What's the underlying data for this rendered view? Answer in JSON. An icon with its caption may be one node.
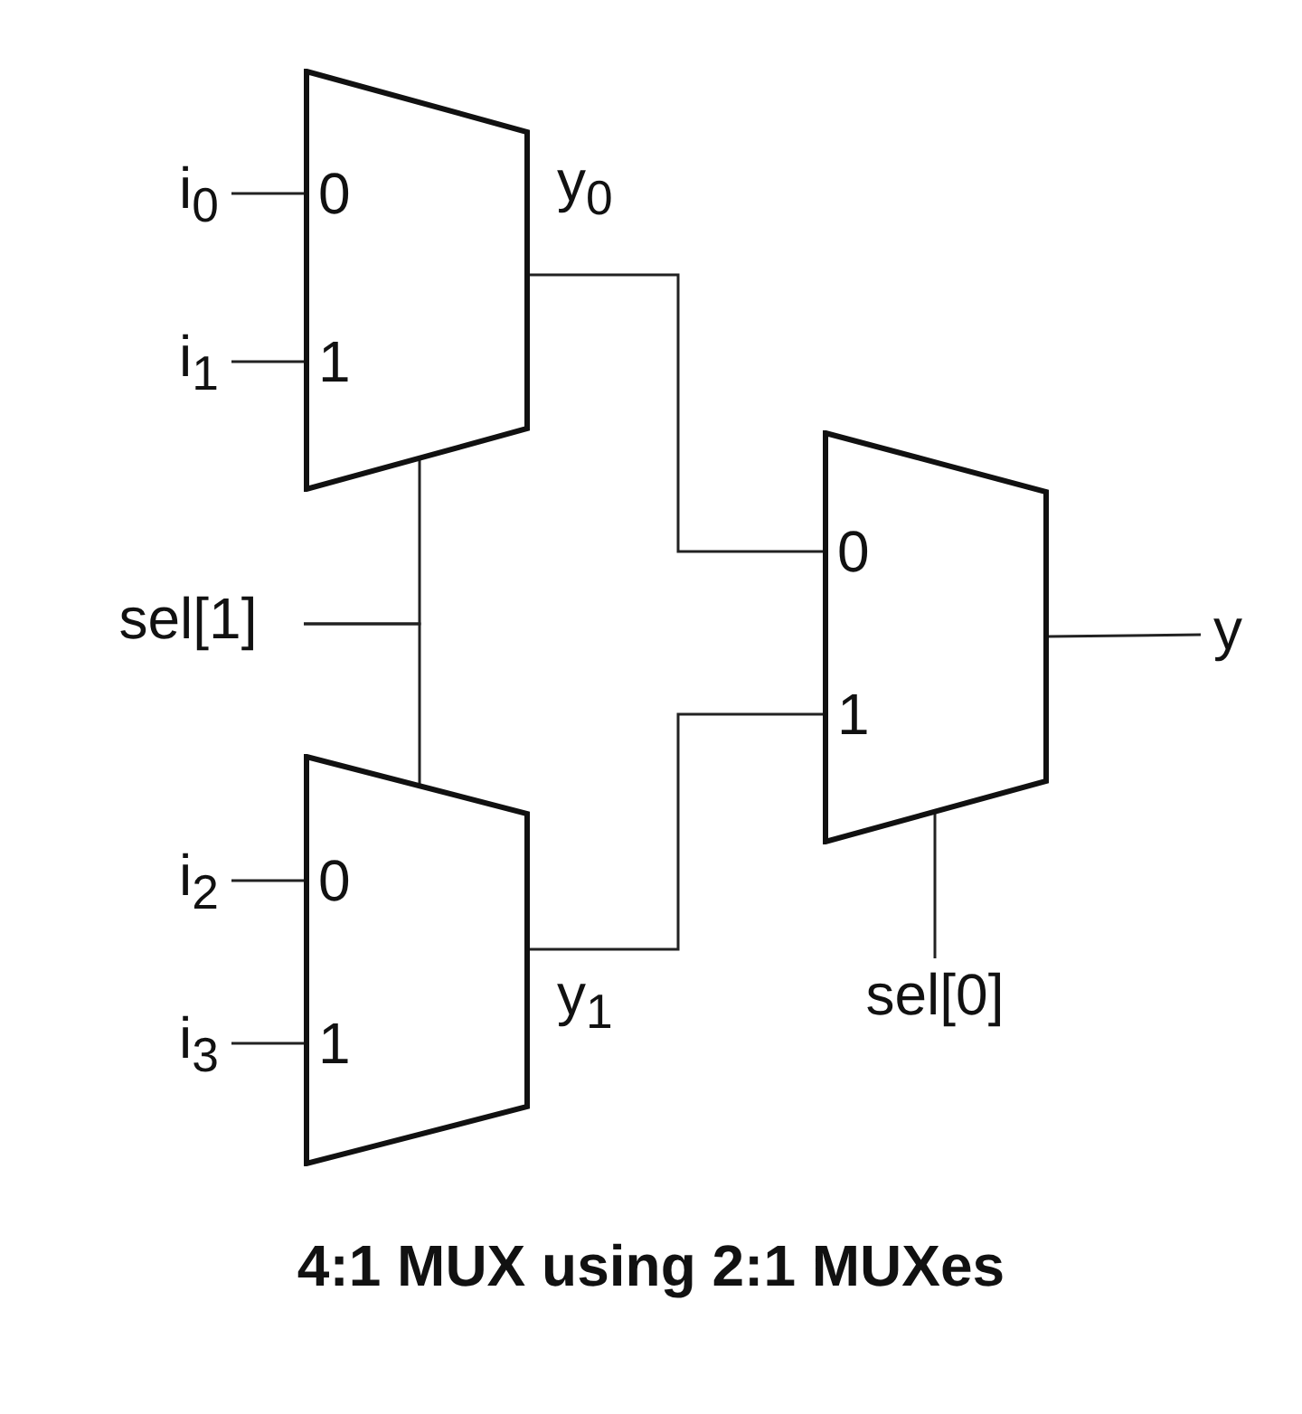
{
  "diagram": {
    "caption": "4:1 MUX using 2:1 MUXes",
    "nodes": [
      {
        "text": [
          "0",
          "1"
        ]
      },
      {
        "text": [
          "0",
          "1"
        ]
      },
      {
        "text": [
          "0",
          "1"
        ]
      },
      {
        "text": [
          "i$_{0}$"
        ]
      },
      {
        "text": [
          "i$_{1}$"
        ]
      },
      {
        "text": [
          "sel[1]"
        ]
      },
      {
        "text": [
          "i$_{2}$"
        ]
      },
      {
        "text": [
          "i$_{3}$"
        ]
      },
      {
        "text": [
          "y"
        ]
      },
      {
        "text": [
          "sel[0]"
        ]
      }
    ],
    "edges": [
      {
        "from": 3,
        "to": 0,
        "arrow": "none"
      },
      {
        "from": 4,
        "to": 0,
        "arrow": "none"
      },
      {
        "from": 0,
        "to": 2,
        "arrow": "none",
        "label": "y$_{0}$"
      },
      {
        "from": 5,
        "to": 0,
        "arrow": "none"
      },
      {
        "from": 5,
        "to": 1,
        "arrow": "none"
      },
      {
        "from": 6,
        "to": 1,
        "arrow": "none"
      },
      {
        "from": 7,
        "to": 1,
        "arrow": "none"
      },
      {
        "from": 1,
        "to": 2,
        "arrow": "none",
        "label": "y$_{1}$"
      },
      {
        "from": 2,
        "to": 8,
        "arrow": "none"
      },
      {
        "from": 9,
        "to": 2,
        "arrow": "none"
      }
    ]
  }
}
